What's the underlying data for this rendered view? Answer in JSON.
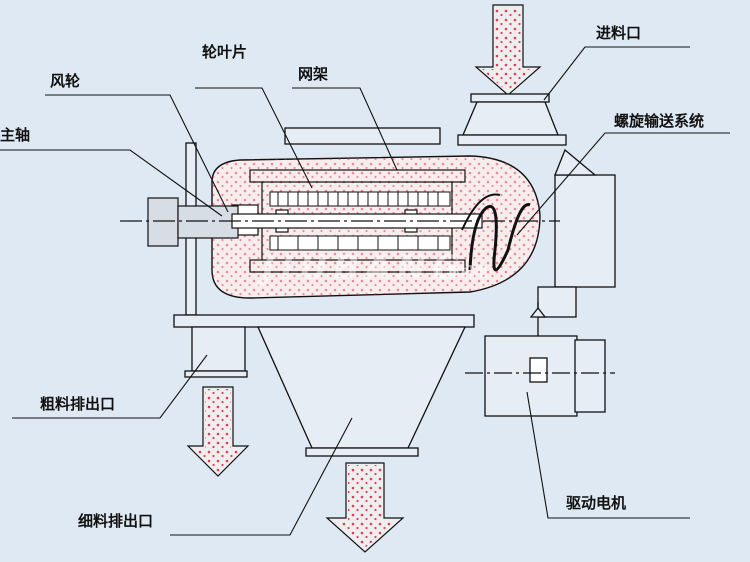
{
  "labels": {
    "fan_wheel": "风轮",
    "blade": "轮叶片",
    "screen_frame": "网架",
    "main_shaft": "主轴",
    "feed_inlet": "进料口",
    "screw_conveyor": "螺旋输送系统",
    "coarse_outlet": "粗料排出口",
    "fine_outlet": "细料排出口",
    "drive_motor": "驱动电机"
  },
  "watermark": {
    "latin": "JIUBANG",
    "chinese": "九邦机电"
  },
  "colors": {
    "background": "#dfe9f3",
    "line": "#1a1a1a",
    "arrow_fill": "#eeeeee",
    "particle": "#e23b5a",
    "drum_fill": "#f7eded"
  }
}
